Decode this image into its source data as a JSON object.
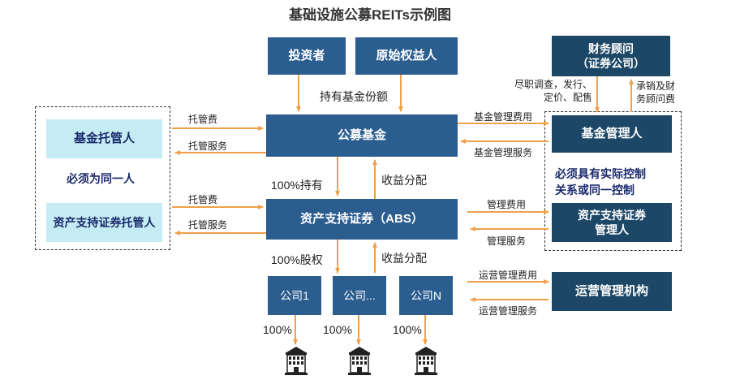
{
  "title": "基础设施公募REITs示例图",
  "nodes": {
    "investor": "投资者",
    "original_owner": "原始权益人",
    "financial_advisor": "财务顾问\n（证券公司）",
    "public_fund": "公募基金",
    "fund_custodian": "基金托管人",
    "same_person_note": "必须为同一人",
    "abs_custodian": "资产支持证券托管人",
    "fund_manager": "基金管理人",
    "control_note": "必须具有实际控制\n关系或同一控制",
    "abs_manager": "资产支持证券\n管理人",
    "abs": "资产支持证券（ABS）",
    "company1": "公司1",
    "company_etc": "公司...",
    "companyN": "公司N",
    "operator": "运营管理机构"
  },
  "labels": {
    "hold_fund_share": "持有基金份额",
    "due_diligence": "尽职调查，发行、\n定价、配售",
    "underwriting_fee": "承销及财\n务顾问费",
    "custody_fee_1": "托管费",
    "custody_service_1": "托管服务",
    "custody_fee_2": "托管费",
    "custody_service_2": "托管服务",
    "fund_mgmt_fee": "基金管理费用",
    "fund_mgmt_service": "基金管理服务",
    "mgmt_fee": "管理费用",
    "mgmt_service": "管理服务",
    "hold_100": "100%持有",
    "income_dist_1": "收益分配",
    "equity_100": "100%股权",
    "income_dist_2": "收益分配",
    "ops_mgmt_fee": "运营管理费用",
    "ops_mgmt_service": "运营管理服务",
    "pct_1": "100%",
    "pct_2": "100%",
    "pct_3": "100%"
  },
  "colors": {
    "box_blue": "#2c5d8f",
    "box_navy": "#1c4766",
    "box_cyan": "#c5ecf3",
    "arrow_orange": "#f0a04b"
  },
  "icons": [
    "building-icon",
    "building-icon",
    "building-icon"
  ]
}
